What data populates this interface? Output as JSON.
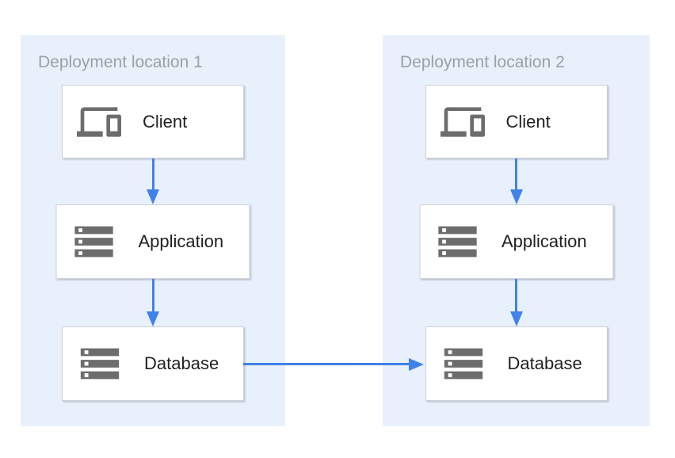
{
  "diagram": {
    "locations": [
      {
        "title": "Deployment location 1",
        "nodes": [
          {
            "label": "Client",
            "icon": "devices-icon"
          },
          {
            "label": "Application",
            "icon": "storage-icon"
          },
          {
            "label": "Database",
            "icon": "storage-icon"
          }
        ]
      },
      {
        "title": "Deployment location 2",
        "nodes": [
          {
            "label": "Client",
            "icon": "devices-icon"
          },
          {
            "label": "Application",
            "icon": "storage-icon"
          },
          {
            "label": "Database",
            "icon": "storage-icon"
          }
        ]
      }
    ],
    "connections": [
      {
        "from": "location-1-client",
        "to": "location-1-application"
      },
      {
        "from": "location-1-application",
        "to": "location-1-database"
      },
      {
        "from": "location-2-client",
        "to": "location-2-application"
      },
      {
        "from": "location-2-application",
        "to": "location-2-database"
      },
      {
        "from": "location-1-database",
        "to": "location-2-database"
      }
    ],
    "colors": {
      "panel_background": "#e8f1fb",
      "arrow": "#4181ea",
      "icon": "#6d6d6d",
      "title_text": "#9aa0a6",
      "label_text": "#212121",
      "box_border": "#cdd1d6"
    }
  }
}
